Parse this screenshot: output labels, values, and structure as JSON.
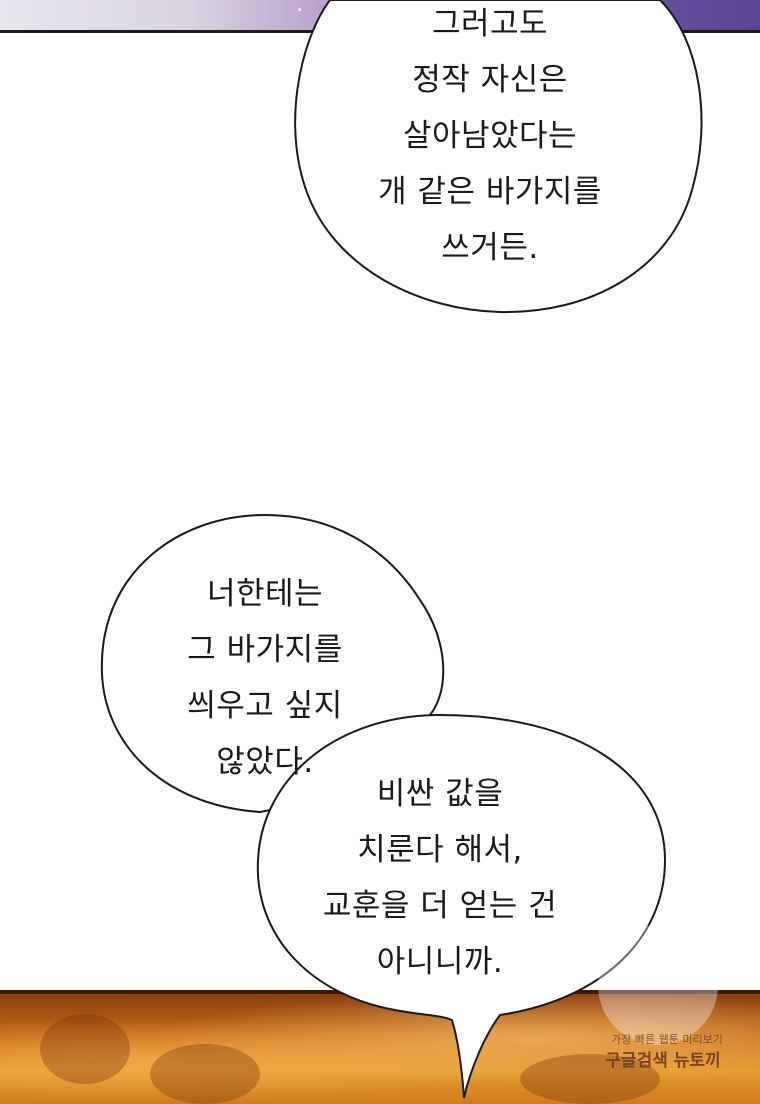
{
  "bubble_top": {
    "lines": [
      "그러고도",
      "정작 자신은",
      "살아남았다는",
      "개 같은 바가지를",
      "쓰거든."
    ]
  },
  "bubble_left": {
    "lines": [
      "너한테는",
      "그 바가지를",
      "씌우고 싶지",
      "않았다."
    ]
  },
  "bubble_right": {
    "lines": [
      "비싼 값을",
      "치룬다 해서,",
      "교훈을 더 얻는 건",
      "아니니까."
    ]
  },
  "watermark": {
    "small": "가장 빠른 웹툰 미리보기",
    "big": "구글검색 뉴토끼"
  },
  "colors": {
    "top_panel": "#6c53a2",
    "bottom_panel": "#e59a30",
    "bubble_fill": "#ffffff",
    "bubble_stroke": "#1a1a1a"
  }
}
